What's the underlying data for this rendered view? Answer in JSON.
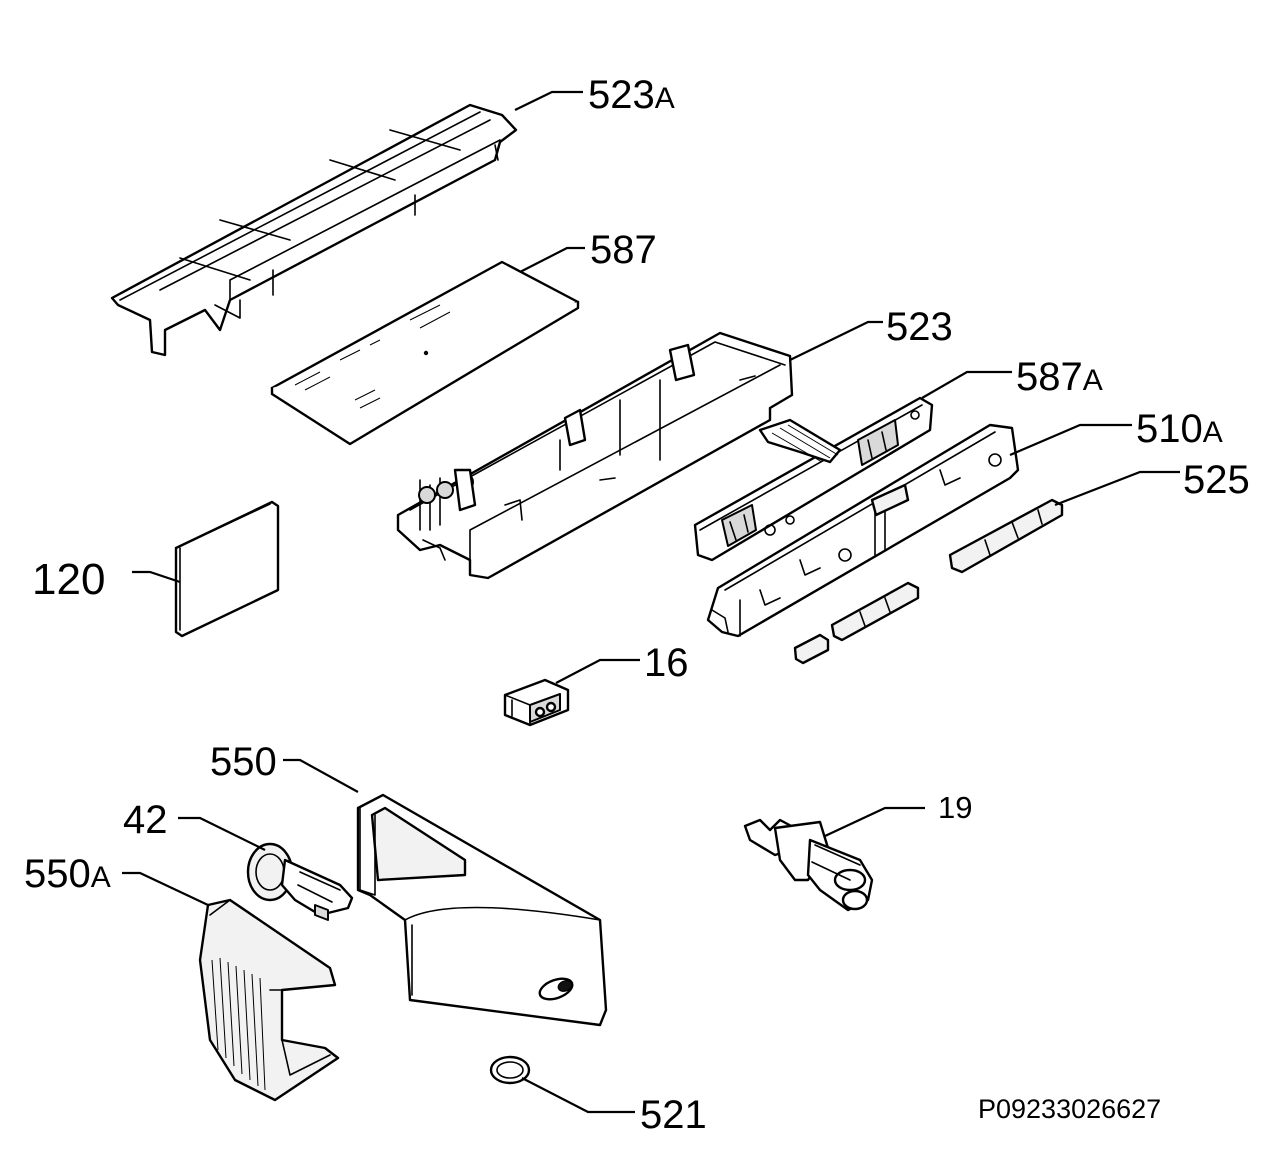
{
  "labels": {
    "p523a": {
      "num": "523",
      "suffix": "A"
    },
    "p587": {
      "num": "587"
    },
    "p523": {
      "num": "523"
    },
    "p587a": {
      "num": "587",
      "suffix": "A"
    },
    "p510a": {
      "num": "510",
      "suffix": "A"
    },
    "p525": {
      "num": "525"
    },
    "p120": {
      "num": "120"
    },
    "p16": {
      "num": "16"
    },
    "p550": {
      "num": "550"
    },
    "p42": {
      "num": "42"
    },
    "p550a": {
      "num": "550",
      "suffix": "A"
    },
    "p19": {
      "num": "19"
    },
    "p521": {
      "num": "521"
    }
  },
  "drawing_code": "P09233026627"
}
